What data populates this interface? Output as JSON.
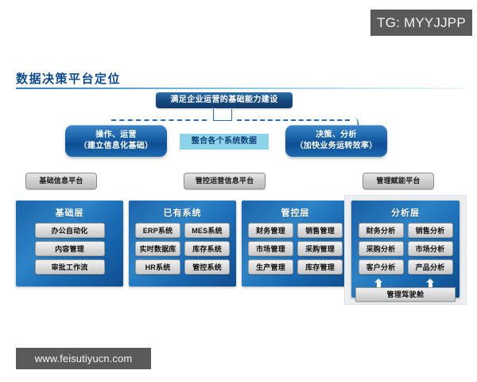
{
  "overlays": {
    "tg_badge": "TG: MYYJJPP",
    "site_watermark": "www.feisutiyucn.com"
  },
  "slide": {
    "title": "数据决策平台定位",
    "banner": "满足企业运营的基础能力建设",
    "center_box": "整合各个系统数据",
    "pill_left": {
      "line1": "操作、运营",
      "line2": "（建立信息化基础）"
    },
    "pill_right": {
      "line1": "决策、分析",
      "line2": "（加快业务运转效率）"
    },
    "platform_labels": [
      "基础信息平台",
      "管控运营信息平台",
      "管理赋能平台"
    ],
    "panels": [
      {
        "title": "基础层",
        "items": [
          "办公自动化",
          "内容管理",
          "审批工作流"
        ]
      },
      {
        "title": "已有系统",
        "items": [
          "ERP系统",
          "MES系统",
          "实时数据库",
          "库存系统",
          "HR系统",
          "管控系统"
        ]
      },
      {
        "title": "管控层",
        "items": [
          "财务管理",
          "销售管理",
          "市场管理",
          "采购管理",
          "生产管理",
          "库存管理"
        ]
      },
      {
        "title": "分析层",
        "items": [
          "财务分析",
          "销售分析",
          "采购分析",
          "市场分析",
          "客户分析",
          "产品分析"
        ],
        "cockpit": "管理驾驶舱"
      }
    ]
  },
  "colors": {
    "title_blue": "#0d4a8f",
    "panel_blue": "#1c64ab",
    "accent_cyan": "#8ed3e9",
    "banner_navy": "#16477e",
    "watermark_gray": "#5a5a5a"
  }
}
